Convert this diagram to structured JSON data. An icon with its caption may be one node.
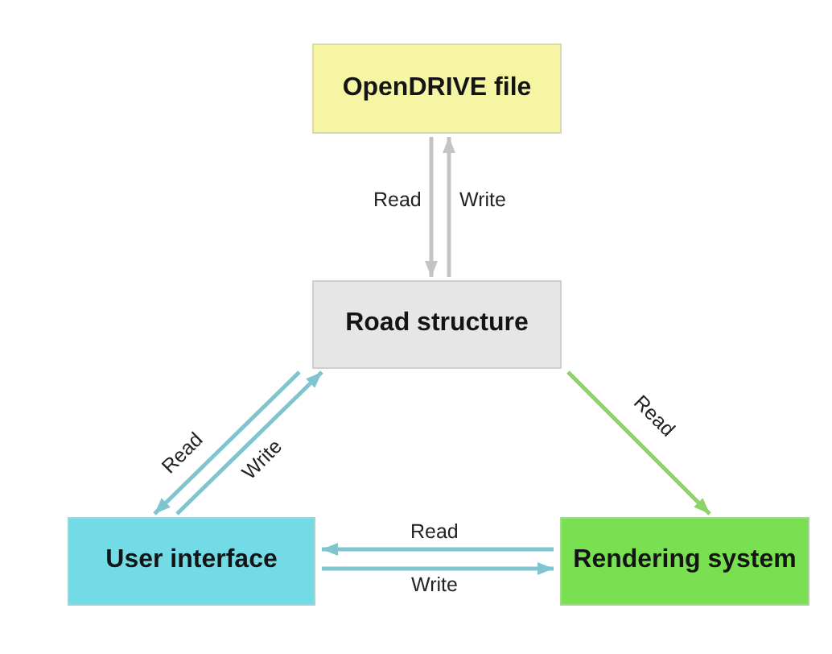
{
  "diagram": {
    "nodes": [
      {
        "text": [
          "OpenDRIVE file"
        ]
      },
      {
        "text": [
          "Road structure"
        ]
      },
      {
        "text": [
          "User interface"
        ]
      },
      {
        "text": [
          "Rendering system"
        ]
      }
    ],
    "edges": [
      {
        "from": 0,
        "to": 1,
        "arrow": "to",
        "label": "Read",
        "color": "#c4c4c4"
      },
      {
        "from": 1,
        "to": 0,
        "arrow": "to",
        "label": "Write",
        "color": "#c4c4c4"
      },
      {
        "from": 1,
        "to": 2,
        "arrow": "to",
        "label": "Read"
      },
      {
        "from": 2,
        "to": 1,
        "arrow": "to",
        "label": "Write"
      },
      {
        "from": 1,
        "to": 3,
        "arrow": "to",
        "label": "Read",
        "color": "#8cd46a"
      },
      {
        "from": 3,
        "to": 2,
        "arrow": "to",
        "label": "Read"
      },
      {
        "from": 2,
        "to": 3,
        "arrow": "to",
        "label": "Write"
      }
    ]
  }
}
